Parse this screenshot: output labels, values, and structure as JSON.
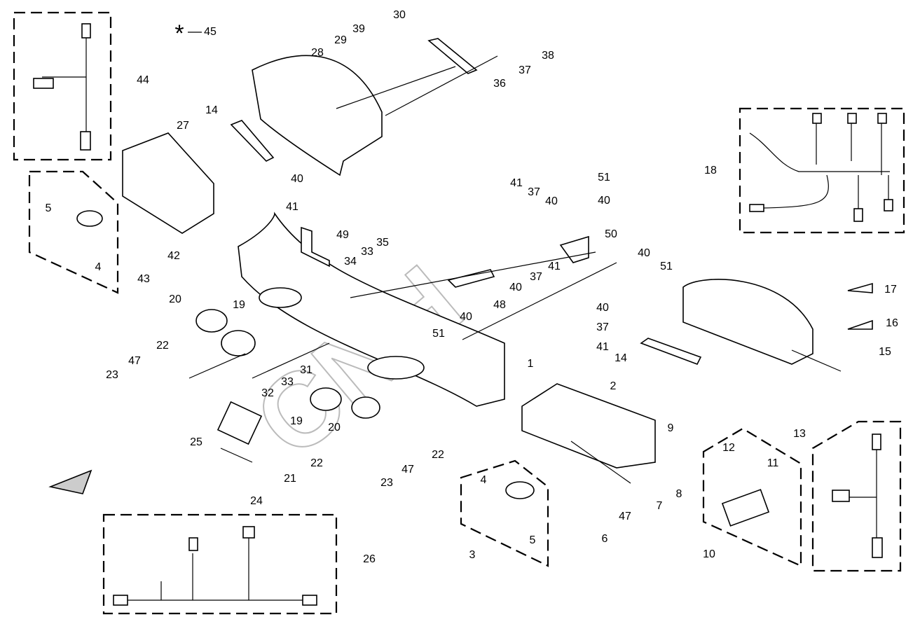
{
  "diagram": {
    "watermark": "CNH",
    "star_symbol": "*",
    "labels": [
      "30",
      "39",
      "29",
      "28",
      "38",
      "37",
      "36",
      "45",
      "44",
      "14",
      "27",
      "40",
      "41",
      "42",
      "43",
      "5",
      "4",
      "49",
      "34",
      "33",
      "35",
      "20",
      "19",
      "22",
      "23",
      "47",
      "31",
      "33",
      "32",
      "25",
      "19",
      "20",
      "22",
      "21",
      "24",
      "23",
      "47",
      "22",
      "51",
      "40",
      "48",
      "40",
      "37",
      "41",
      "41",
      "37",
      "40",
      "51",
      "40",
      "50",
      "40",
      "51",
      "40",
      "37",
      "41",
      "1",
      "14",
      "2",
      "18",
      "17",
      "16",
      "15",
      "9",
      "8",
      "7",
      "47",
      "6",
      "12",
      "11",
      "10",
      "13",
      "4",
      "5",
      "3",
      "26"
    ]
  }
}
